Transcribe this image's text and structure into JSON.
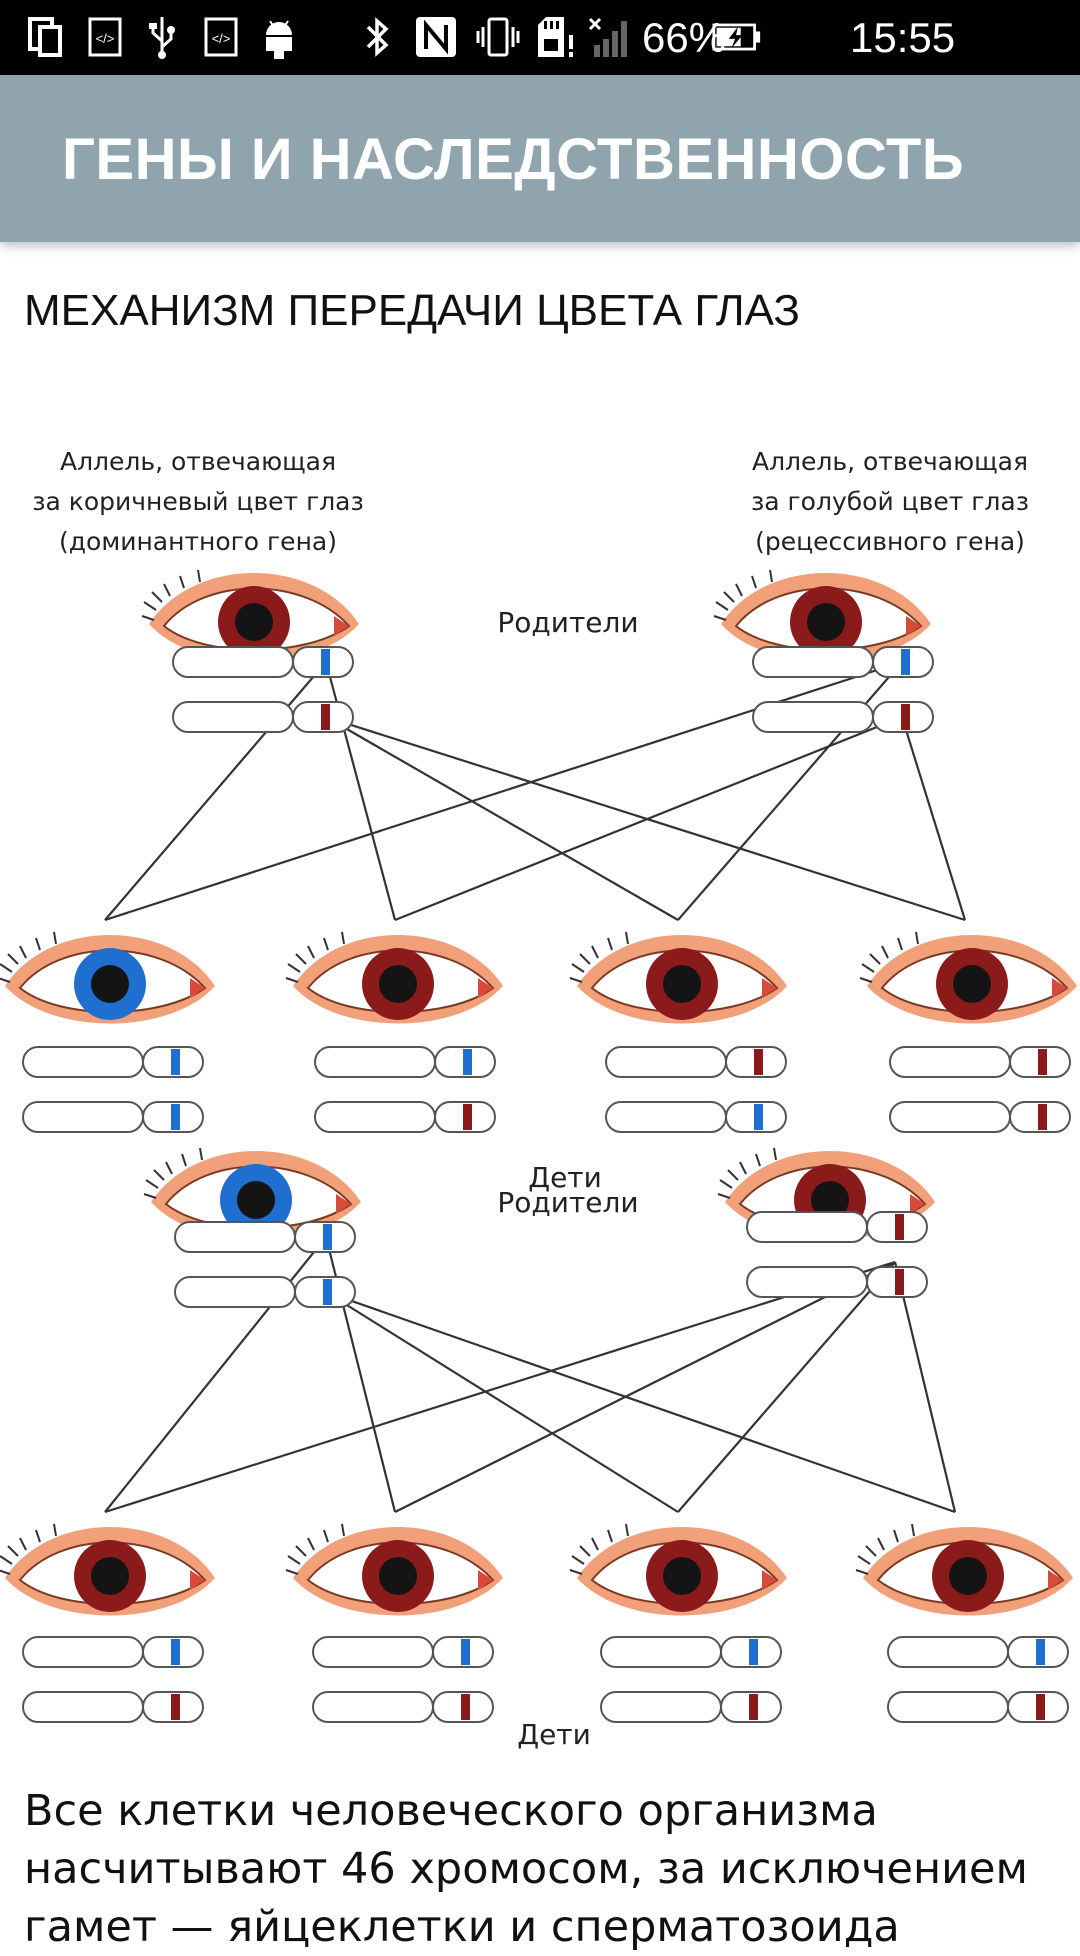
{
  "status_bar": {
    "icons": [
      "copy-icon",
      "code-icon",
      "usb-icon",
      "code-icon",
      "android-icon",
      "bluetooth-icon",
      "nfc-icon",
      "vibrate-icon",
      "sd-card-alert-icon",
      "signal-off-icon",
      "battery-charging-icon"
    ],
    "battery_percent": "66%",
    "time": "15:55"
  },
  "app_bar": {
    "title": "ГЕНЫ И НАСЛЕДСТВЕННОСТЬ",
    "color": "#90a4ae"
  },
  "content": {
    "section_title": "МЕХАНИЗМ ПЕРЕДАЧИ ЦВЕТА ГЛАЗ",
    "figure": {
      "label_dominant": [
        "Аллель, отвечающая",
        "за коричневый цвет глаз",
        "(доминантного гена)"
      ],
      "label_recessive": [
        "Аллель, отвечающая",
        "за голубой цвет глаз",
        "(рецессивного гена)"
      ],
      "parents_label": "Родители",
      "children_label": "Дети",
      "colors": {
        "brown": "#8b1a1a",
        "blue": "#1e6fd0",
        "skin": "#f1a07a"
      }
    },
    "paragraph": "Все клетки человеческого организма насчитывают 46 хромосом, за исключением гамет — яйцеклетки и сперматозоида"
  }
}
